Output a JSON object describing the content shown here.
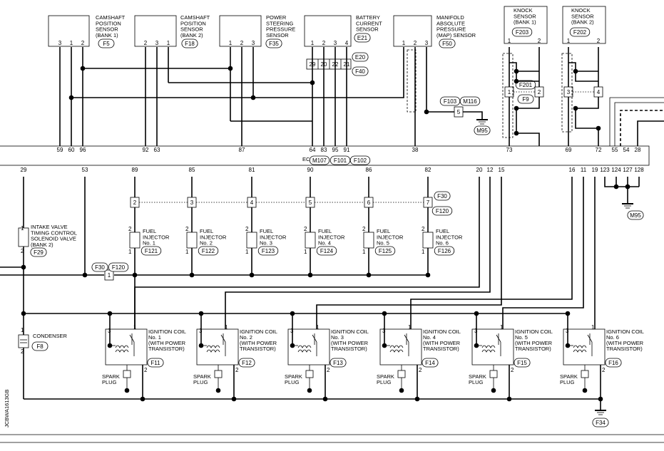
{
  "components": {
    "cmp1": [
      "CAMSHAFT",
      "POSITION",
      "SENSOR",
      "(BANK 1)"
    ],
    "cmp2": [
      "CAMSHAFT",
      "POSITION",
      "SENSOR",
      "(BANK 2)"
    ],
    "ps": [
      "POWER",
      "STEERING",
      "PRESSURE",
      "SENSOR"
    ],
    "batt": [
      "BATTERY",
      "CURRENT",
      "SENSOR"
    ],
    "map": [
      "MANIFOLD",
      "ABSOLUTE",
      "PRESSURE",
      "(MAP) SENSOR"
    ],
    "knock1": [
      "KNOCK",
      "SENSOR",
      "(BANK 1)"
    ],
    "knock2": [
      "KNOCK",
      "SENSOR",
      "(BANK 2)"
    ],
    "ivtc": [
      "INTAKE VALVE",
      "TIMING CONTROL",
      "SOLENOID VALVE",
      "(BANK 2)"
    ],
    "condenser": "CONDENSER",
    "ecm": "ECM",
    "spark": [
      "SPARK",
      "PLUG"
    ]
  },
  "connectors": {
    "cmp1": "F5",
    "cmp2": "F18",
    "ps": "F35",
    "batt": "E21",
    "map": "F50",
    "knock1": "F203",
    "knock2": "F202",
    "batt_e20": "E20",
    "batt_f40": "F40",
    "ecm": [
      "M107",
      "F101",
      "F102"
    ],
    "f201": "F201",
    "f9": "F9",
    "f103": "F103",
    "m116": "M116",
    "m95a": "M95",
    "m95b": "M95",
    "f30a": "F30",
    "f120a": "F120",
    "f30b": "F30",
    "f120b": "F120",
    "ivtc": "F29",
    "condenser": "F8",
    "ground": "F34"
  },
  "pins": {
    "cmp1": [
      "3",
      "1",
      "2"
    ],
    "cmp2": [
      "2",
      "3",
      "1"
    ],
    "ps": [
      "1",
      "2",
      "3"
    ],
    "batt": [
      "1",
      "2",
      "3",
      "4"
    ],
    "batt_jc": [
      "29",
      "20",
      "22",
      "21"
    ],
    "map": [
      "1",
      "2",
      "3"
    ],
    "knock1": [
      "1",
      "2"
    ],
    "knock2": [
      "1",
      "2"
    ],
    "kn_jc": [
      "1",
      "2",
      "3",
      "4"
    ],
    "m116_jc": "5",
    "f120_jc": "1",
    "inj_jc": [
      "2",
      "3",
      "4",
      "5",
      "6",
      "7"
    ],
    "ecm_top": [
      "59",
      "60",
      "96",
      "92",
      "63",
      "87",
      "64",
      "83",
      "95",
      "91",
      "38",
      "73",
      "69",
      "72",
      "55",
      "54",
      "28"
    ],
    "ecm_bot": [
      "29",
      "53",
      "89",
      "85",
      "81",
      "90",
      "86",
      "82",
      "20",
      "12",
      "15",
      "16",
      "11",
      "19",
      "123",
      "124",
      "127",
      "128"
    ],
    "inj_top": "2",
    "inj_bot": "1",
    "ivtc": [
      "1",
      "2"
    ],
    "cond": [
      "1",
      "2"
    ],
    "coil": [
      "3",
      "1",
      "2"
    ]
  },
  "injectors": [
    {
      "label": [
        "FUEL",
        "INJECTOR",
        "No. 1"
      ],
      "conn": "F121"
    },
    {
      "label": [
        "FUEL",
        "INJECTOR",
        "No. 2"
      ],
      "conn": "F122"
    },
    {
      "label": [
        "FUEL",
        "INJECTOR",
        "No. 3"
      ],
      "conn": "F123"
    },
    {
      "label": [
        "FUEL",
        "INJECTOR",
        "No. 4"
      ],
      "conn": "F124"
    },
    {
      "label": [
        "FUEL",
        "INJECTOR",
        "No. 5"
      ],
      "conn": "F125"
    },
    {
      "label": [
        "FUEL",
        "INJECTOR",
        "No. 6"
      ],
      "conn": "F126"
    }
  ],
  "coils": [
    {
      "label": [
        "IGNITION COIL",
        "No. 1",
        "(WITH POWER",
        "TRANSISTOR)"
      ],
      "conn": "F11"
    },
    {
      "label": [
        "IGNITION COIL",
        "No. 2",
        "(WITH POWER",
        "TRANSISTOR)"
      ],
      "conn": "F12"
    },
    {
      "label": [
        "IGNITION COIL",
        "No. 3",
        "(WITH POWER",
        "TRANSISTOR)"
      ],
      "conn": "F13"
    },
    {
      "label": [
        "IGNITION COIL",
        "No. 4",
        "(WITH POWER",
        "TRANSISTOR)"
      ],
      "conn": "F14"
    },
    {
      "label": [
        "IGNITION COIL",
        "No. 5",
        "(WITH POWER",
        "TRANSISTOR)"
      ],
      "conn": "F15"
    },
    {
      "label": [
        "IGNITION COIL",
        "No. 6",
        "(WITH POWER",
        "TRANSISTOR)"
      ],
      "conn": "F16"
    }
  ],
  "side_code": "JCBWA1613GB"
}
